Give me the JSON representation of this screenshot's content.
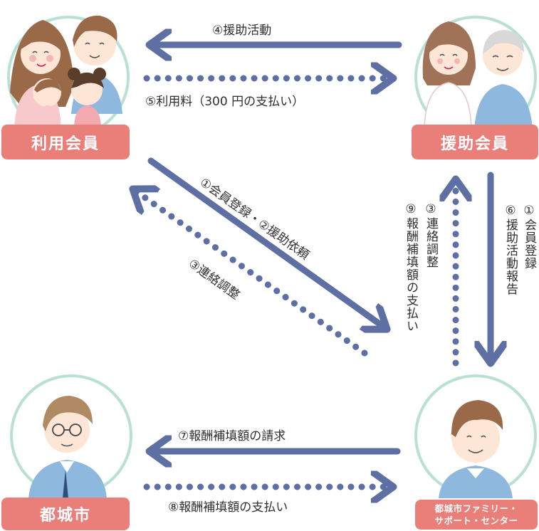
{
  "nodes": {
    "user": "利用会員",
    "helper": "援助会員",
    "city": "都城市",
    "center_line1": "都城市ファミリー・",
    "center_line2": "サポート・センター"
  },
  "edges": {
    "e4": "④援助活動",
    "e5": "⑤利用料（300 円の支払い）",
    "e1_2": "①会員登録・②援助依頼",
    "e3_diag": "③連絡調整",
    "e3_9_col1": "⑨報酬補填額の支払い",
    "e3_9_col2": "③連絡調整",
    "e1_6_col1": "⑥援助活動報告",
    "e1_6_col2": "①会員登録",
    "e7": "⑦報酬補填額の請求",
    "e8": "⑧報酬補填額の支払い"
  },
  "colors": {
    "arrow": "#5d6fa3",
    "label_bg": "#ea7f7a",
    "ring": "#b9e0d5"
  }
}
